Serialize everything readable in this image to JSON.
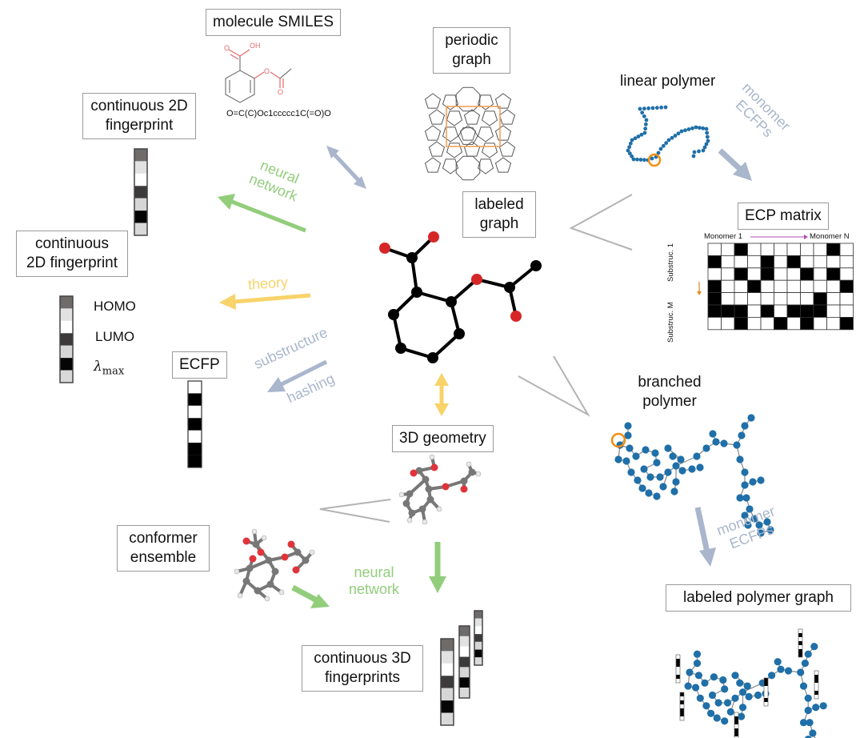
{
  "labels": {
    "molecule_smiles": "molecule SMILES",
    "smiles_string": "O=C(C)Oc1ccccc1C(=O)O",
    "smiles_atom_o1": "O",
    "smiles_atom_oh": "OH",
    "smiles_atom_o2": "O",
    "smiles_atom_o3": "O",
    "periodic_graph_1": "periodic",
    "periodic_graph_2": "graph",
    "linear_polymer": "linear polymer",
    "continuous_2d_fp_top_1": "continuous 2D",
    "continuous_2d_fp_top_2": "fingerprint",
    "continuous_2d_fp_mid_1": "continuous",
    "continuous_2d_fp_mid_2": "2D fingerprint",
    "labeled_graph_1": "labeled",
    "labeled_graph_2": "graph",
    "ecp_matrix": "ECP matrix",
    "ecfp": "ECFP",
    "branched_polymer_1": "branched",
    "branched_polymer_2": "polymer",
    "geometry_3d": "3D geometry",
    "conformer_1": "conformer",
    "conformer_2": "ensemble",
    "labeled_polymer_graph": "labeled polymer graph",
    "continuous_3d_fp_1": "continuous 3D",
    "continuous_3d_fp_2": "fingerprints"
  },
  "properties": {
    "homo": "HOMO",
    "lumo": "LUMO",
    "lambda_symbol": "λ",
    "lambda_sub": "max"
  },
  "arrows": {
    "neural_network_top_1": "neural",
    "neural_network_top_2": "network",
    "theory": "theory",
    "substructure": "substructure",
    "hashing": "hashing",
    "monomer_top_1": "monomer",
    "monomer_top_2": "ECFPs",
    "monomer_bottom_1": "monomer",
    "monomer_bottom_2": "ECFPs",
    "neural_network_bottom_1": "neural",
    "neural_network_bottom_2": "network"
  },
  "ecp_matrix": {
    "x_start": "Monomer 1",
    "x_end": "Monomer N",
    "y_start": "Substruc. 1",
    "y_end": "Substruc. M",
    "cells": [
      [
        0,
        0,
        1,
        0,
        0,
        0,
        0,
        0,
        0,
        1,
        0
      ],
      [
        1,
        0,
        0,
        0,
        1,
        0,
        1,
        0,
        0,
        0,
        0
      ],
      [
        0,
        0,
        1,
        0,
        1,
        0,
        0,
        1,
        0,
        1,
        0
      ],
      [
        1,
        0,
        0,
        1,
        0,
        0,
        0,
        0,
        0,
        0,
        1
      ],
      [
        1,
        0,
        0,
        0,
        0,
        0,
        0,
        0,
        1,
        0,
        0
      ],
      [
        1,
        1,
        1,
        0,
        1,
        0,
        1,
        1,
        1,
        0,
        0
      ],
      [
        0,
        0,
        1,
        0,
        0,
        1,
        0,
        1,
        0,
        0,
        1
      ]
    ]
  },
  "fingerprint_shades": [
    "#6f6b6b",
    "#e2e2e2",
    "#ffffff",
    "#3c3a3a",
    "#d6d6d6",
    "#050505",
    "#d9d9d9"
  ],
  "ecfp_bits": [
    0,
    1,
    0,
    1,
    0,
    1,
    1
  ],
  "colors": {
    "green_arrow": "#92cd7b",
    "yellow_arrow": "#f8d36a",
    "steel_arrow": "#a9b6cc",
    "oxygen": "#d62728",
    "polymer_node": "#1f6fa8",
    "highlight_ring": "#f28e12",
    "periodic_cell": "#f5a05a",
    "matrix_arrow_x": "#b04fb3",
    "matrix_arrow_y": "#e08a1e"
  }
}
